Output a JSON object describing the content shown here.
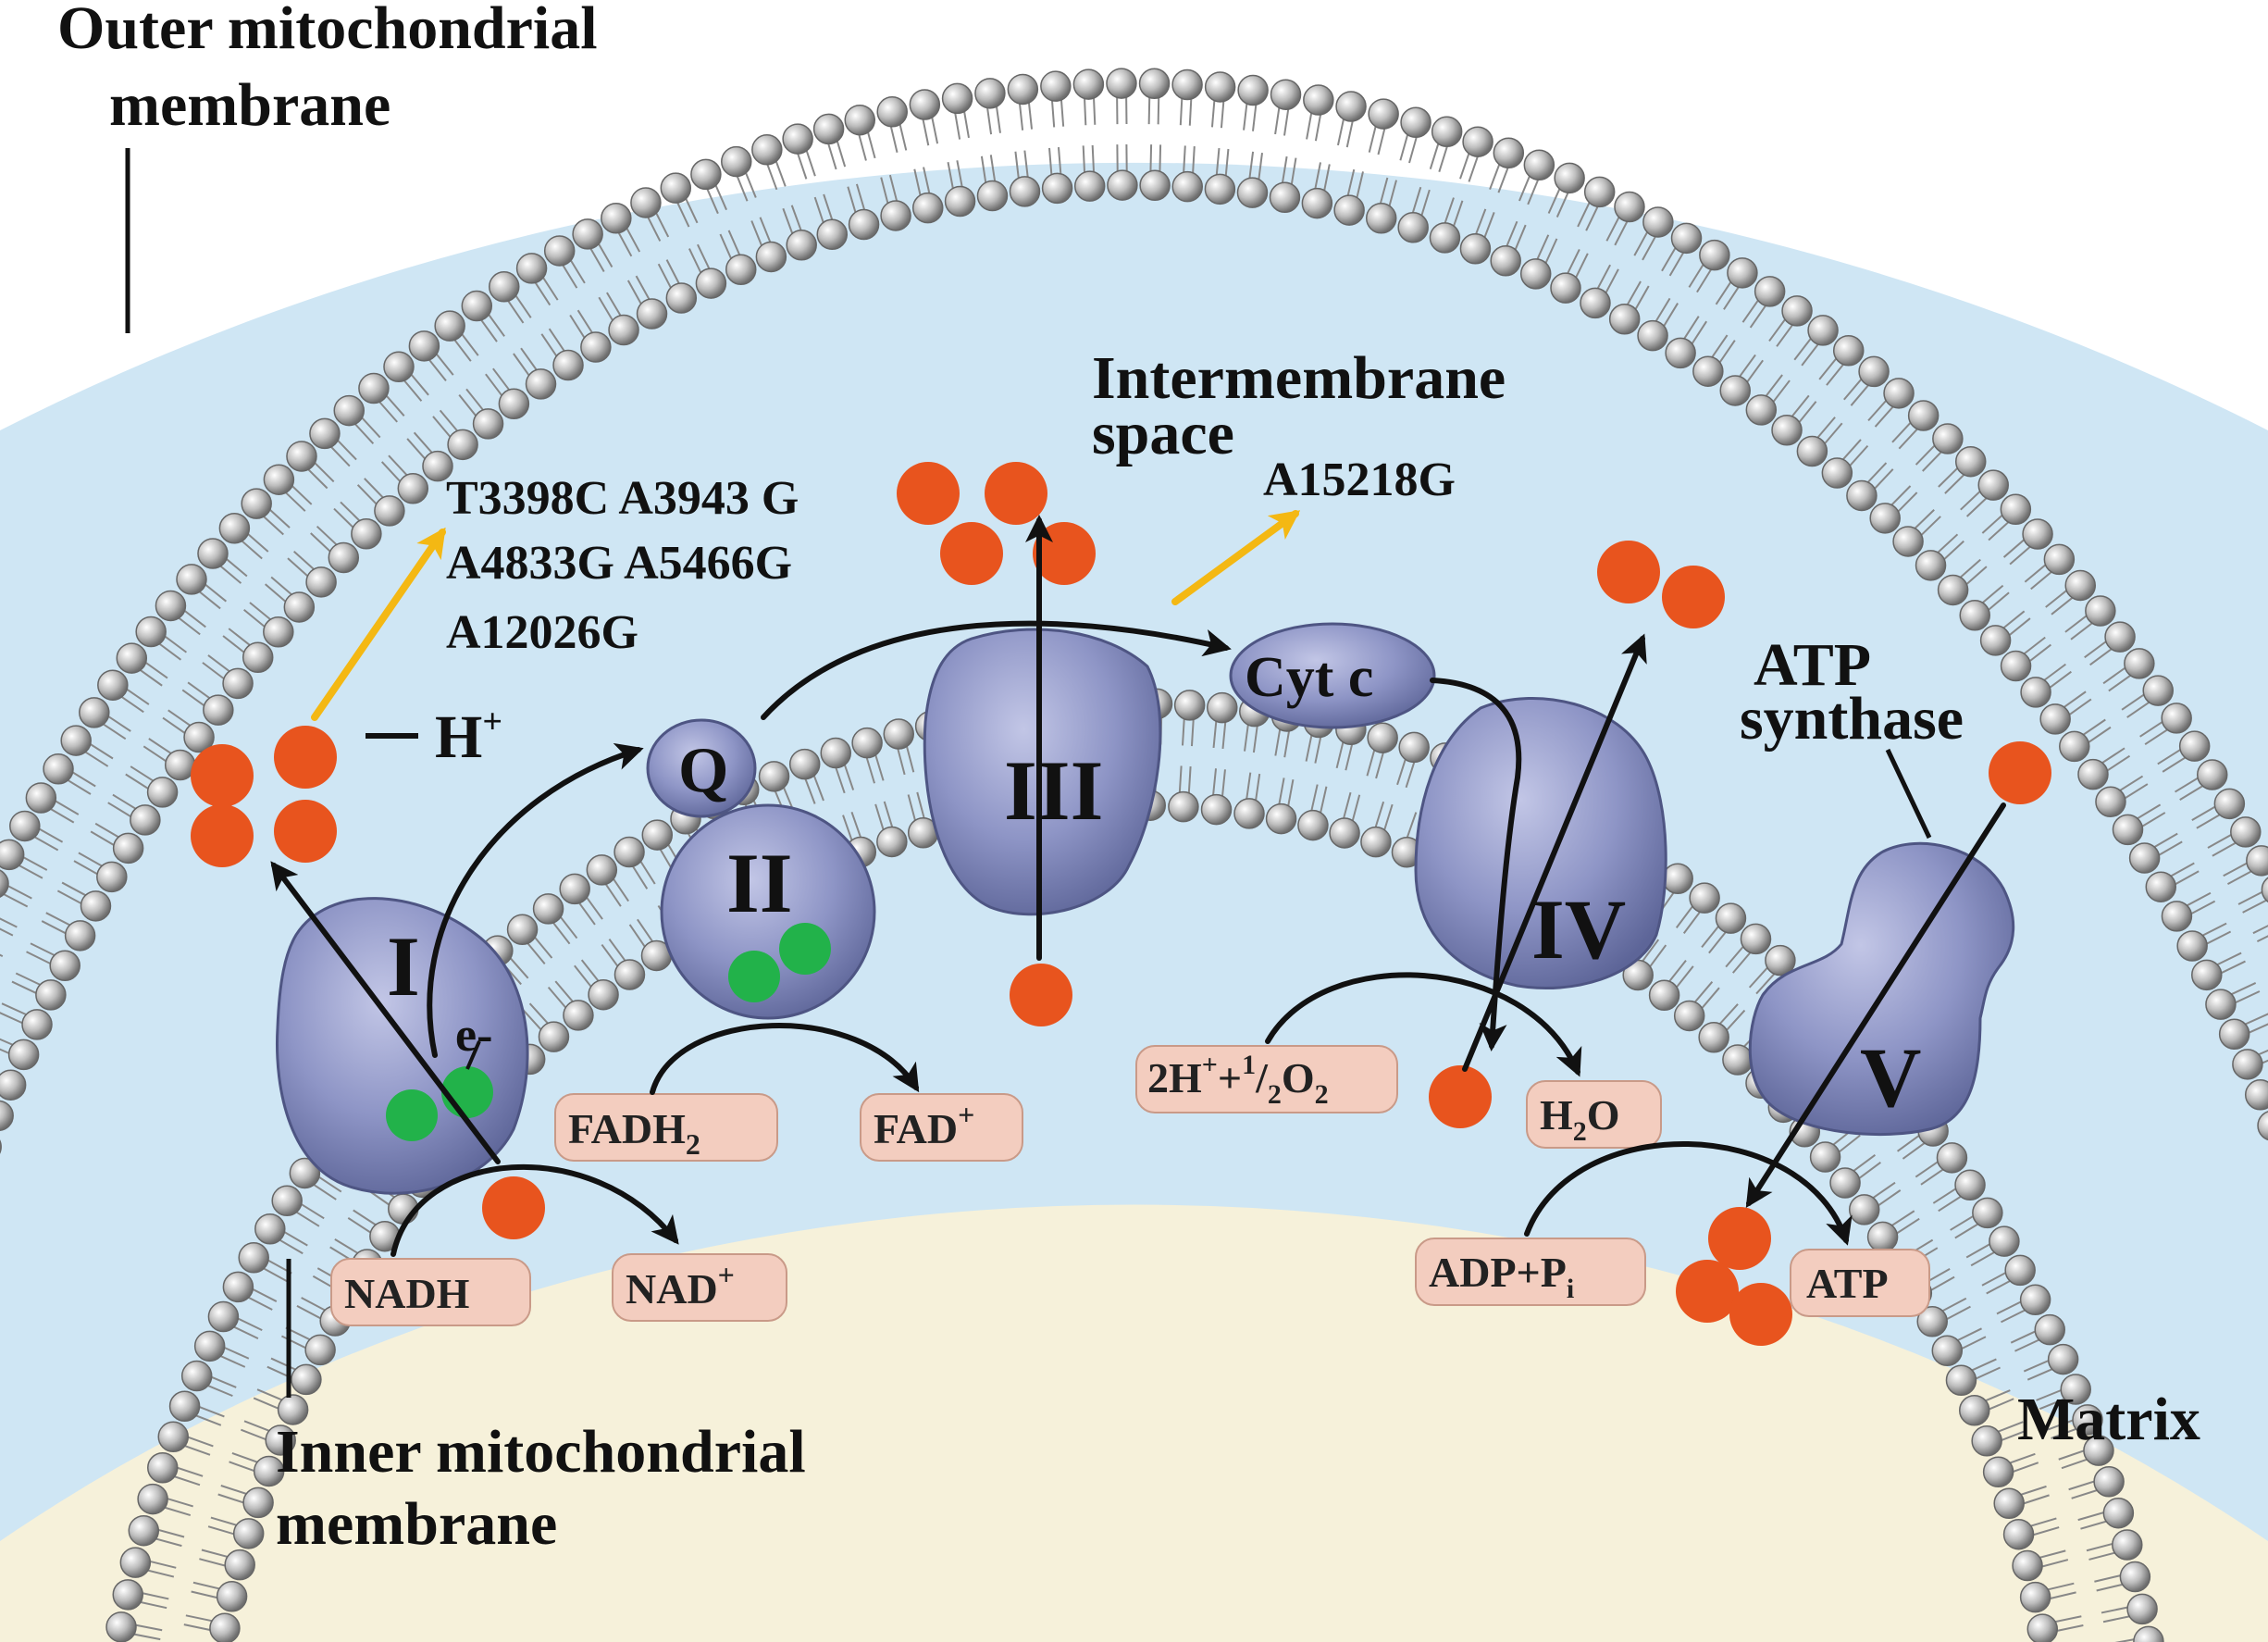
{
  "labels": {
    "outer_membrane_1": "Outer mitochondrial",
    "outer_membrane_2": "membrane",
    "inner_membrane_1": "Inner mitochondrial",
    "inner_membrane_2": "membrane",
    "intermembrane_1": "Intermembrane",
    "intermembrane_2": "space",
    "matrix": "Matrix",
    "atp_synthase_1": "ATP",
    "atp_synthase_2": "synthase",
    "proton": "H",
    "proton_sup": "+",
    "electron": "e-"
  },
  "mutations": {
    "line1": "T3398C A3943 G",
    "line2": "A4833G A5466G",
    "line3": "A12026G",
    "complex_iii": "A15218G"
  },
  "complexes": {
    "i": "I",
    "ii": "II",
    "iii": "III",
    "iv": "IV",
    "v": "V",
    "q": "Q",
    "cytc": "Cyt c"
  },
  "substrates": {
    "nadh": "NADH",
    "nad": "NAD",
    "nad_sup": "+",
    "fadh": "FADH",
    "fadh_sub": "2",
    "fad": "FAD",
    "fad_sup": "+",
    "oxygen_a": "2H",
    "oxygen_b": "+",
    "oxygen_c": "+",
    "oxygen_d": "1",
    "oxygen_e": "/",
    "oxygen_f": "2",
    "oxygen_g": "O",
    "oxygen_h": "2",
    "water_a": "H",
    "water_b": "2",
    "water_c": "O",
    "adp_a": "ADP+P",
    "adp_b": "i",
    "atp": "ATP"
  },
  "colors": {
    "intermembrane": "#cfe6f4",
    "matrix": "#f6f1da",
    "complex": "#8f96c6",
    "proton": "#e8541e",
    "electron_carrier": "#22b24a",
    "mutation_arrow": "#f4b813",
    "pill": "#f3cdbf",
    "lipid_head": "#a9a9a9"
  }
}
